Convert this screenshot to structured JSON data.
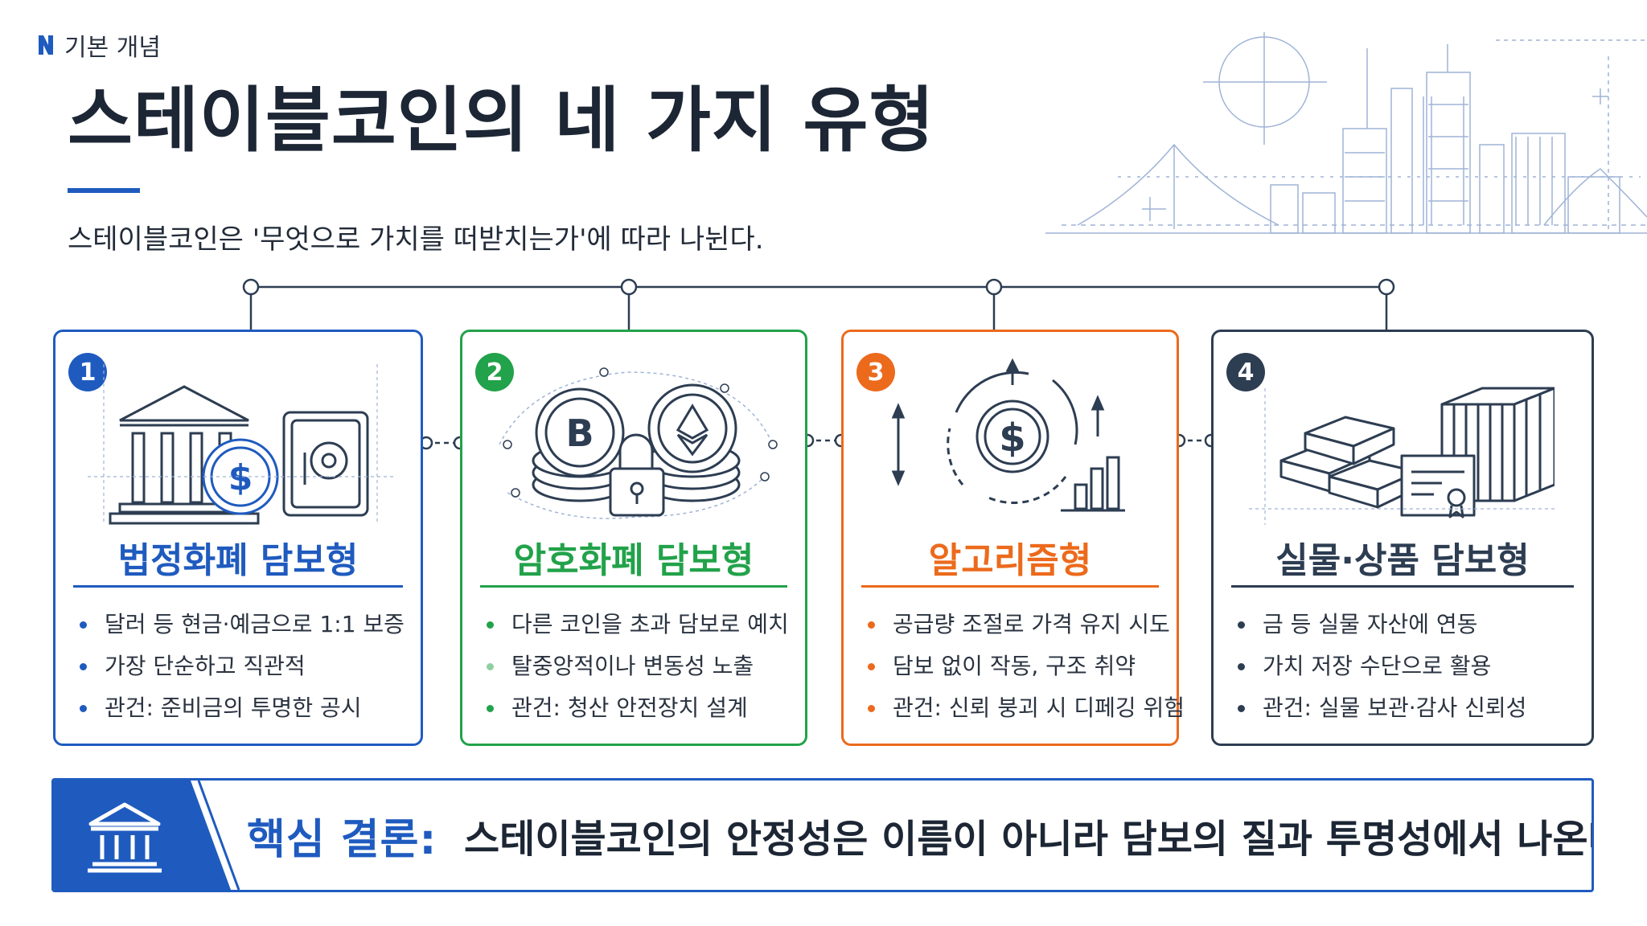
{
  "header": {
    "section_tag": "기본 개념",
    "title": "스테이블코인의 네 가지 유형",
    "subtitle": "스테이블코인은 '무엇으로 가치를 떠받치는가'에 따라 나뉜다."
  },
  "colors": {
    "blue": "#1f5bbf",
    "green": "#22a24a",
    "orange": "#ec6a1c",
    "navy": "#2d3d52",
    "text": "#1c2634"
  },
  "cards": [
    {
      "number": "1",
      "title": "법정화폐 담보형",
      "icon": "bank-coin-safe-icon",
      "items": [
        "달러 등 현금·예금으로 1:1 보증",
        "가장 단순하고 직관적",
        "관건: 준비금의 투명한 공시"
      ]
    },
    {
      "number": "2",
      "title": "암호화폐 담보형",
      "icon": "crypto-coins-lock-icon",
      "items": [
        "다른 코인을 초과 담보로 예치",
        "탈중앙적이나 변동성 노출",
        "관건: 청산 안전장치 설계"
      ]
    },
    {
      "number": "3",
      "title": "알고리즘형",
      "icon": "algorithm-cycle-icon",
      "items": [
        "공급량 조절로 가격 유지 시도",
        "담보 없이 작동, 구조 취약",
        "관건: 신뢰 붕괴 시 디페깅 위험"
      ]
    },
    {
      "number": "4",
      "title": "실물·상품 담보형",
      "icon": "gold-bars-container-icon",
      "items": [
        "금 등 실물 자산에 연동",
        "가치 저장 수단으로 활용",
        "관건: 실물 보관·감사 신뢰성"
      ]
    }
  ],
  "conclusion": {
    "label": "핵심 결론:",
    "text": "스테이블코인의 안정성은 이름이 아니라 담보의 질과 투명성에서 나온다",
    "icon": "bank-icon"
  }
}
